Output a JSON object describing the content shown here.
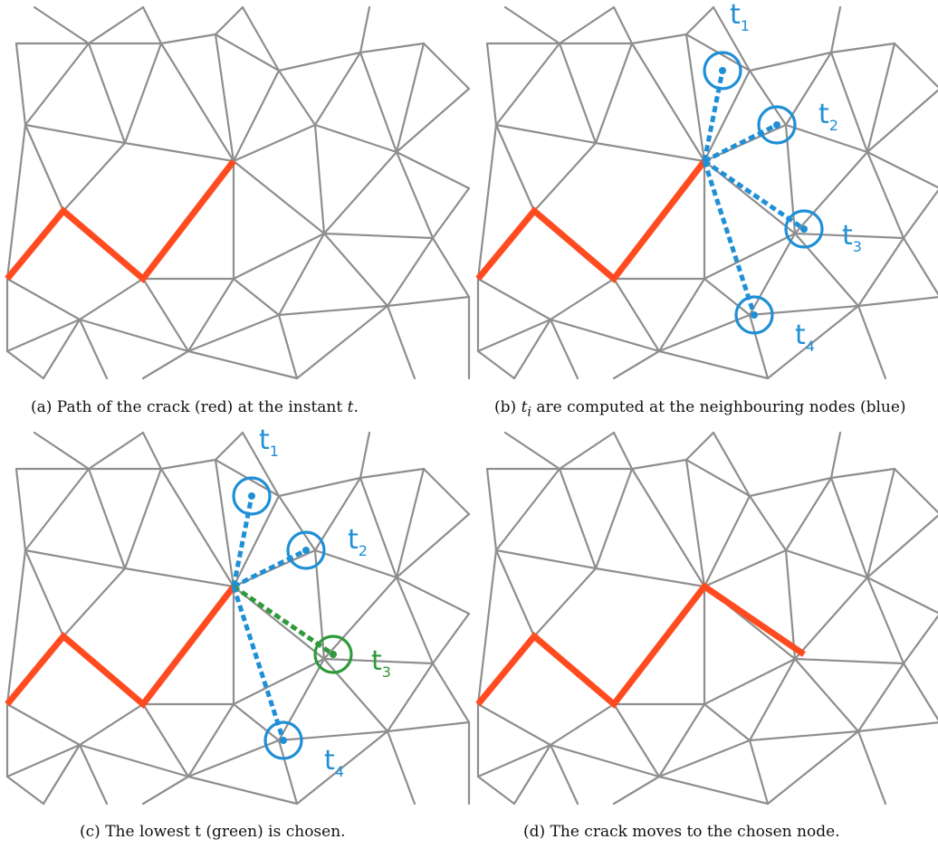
{
  "colors": {
    "mesh": "#8e8e8e",
    "crack": "#ff4b1f",
    "candidate": "#1f8fd6",
    "chosen": "#2e9a3a"
  },
  "panels": {
    "a": {
      "caption_prefix": "(a) Path of the crack (red) at the instant ",
      "caption_var": "t",
      "caption_suffix": "."
    },
    "b": {
      "caption_prefix": "(b) ",
      "caption_var": "t",
      "caption_sub": "i",
      "caption_suffix": " are computed at the neighbouring nodes (blue)",
      "labels": [
        "t",
        "t",
        "t",
        "t"
      ],
      "subs": [
        "1",
        "2",
        "3",
        "4"
      ]
    },
    "c": {
      "caption": "(c) The lowest t (green) is chosen.",
      "labels": [
        "t",
        "t",
        "t",
        "t"
      ],
      "subs": [
        "1",
        "2",
        "3",
        "4"
      ]
    },
    "d": {
      "caption": "(d) The crack moves to the chosen node."
    }
  }
}
